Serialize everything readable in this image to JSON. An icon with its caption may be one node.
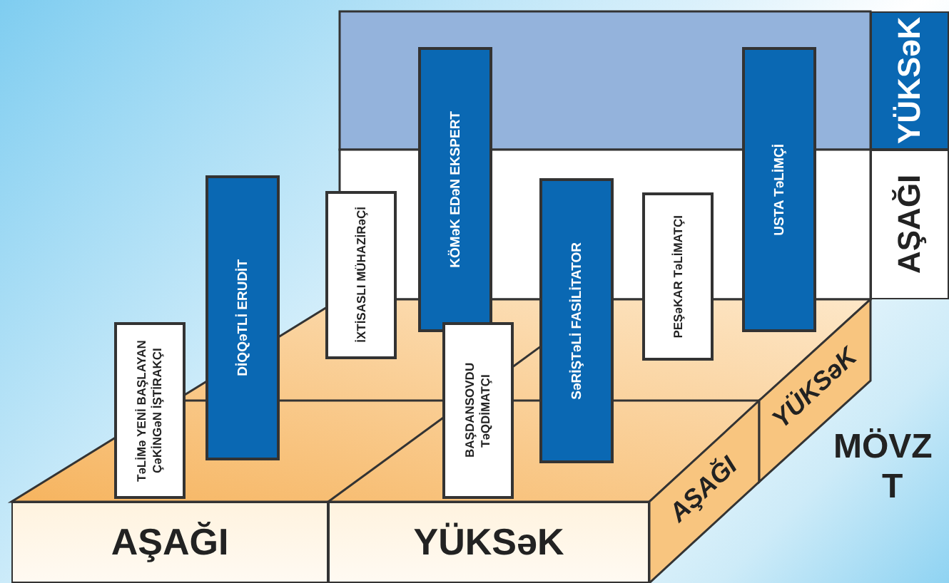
{
  "diagram": {
    "nodes": [
      {
        "text": [
          "YÜKSəK"
        ]
      },
      {
        "text": [
          "AŞAĞI"
        ]
      },
      {
        "text": [
          "TəLİMə YENİ BAŞLAYAN ÇəKİNGəN İŞTİRAKÇI"
        ]
      },
      {
        "text": [
          "DİQQəTLİ ERUDİT"
        ]
      },
      {
        "text": [
          "İXTİSASLI MÜHAZİRəÇİ"
        ]
      },
      {
        "text": [
          "KÖMəK EDəN EKSPERT"
        ]
      },
      {
        "text": [
          "BAŞDANSOVDU TəQDİMATÇI"
        ]
      },
      {
        "text": [
          "SəRİŞTəLİ FASİLİTATOR"
        ]
      },
      {
        "text": [
          "PEŞəKAR TəLİMATÇI"
        ]
      },
      {
        "text": [
          "USTA TəLİMÇİ"
        ]
      },
      {
        "text": [
          "AŞAĞI"
        ]
      },
      {
        "text": [
          "YÜKSəK"
        ]
      },
      {
        "text": [
          "AŞAĞI"
        ]
      },
      {
        "text": [
          "YÜKSəK"
        ]
      }
    ],
    "edges": [],
    "labels": [
      "MÖVZ",
      "T"
    ]
  }
}
